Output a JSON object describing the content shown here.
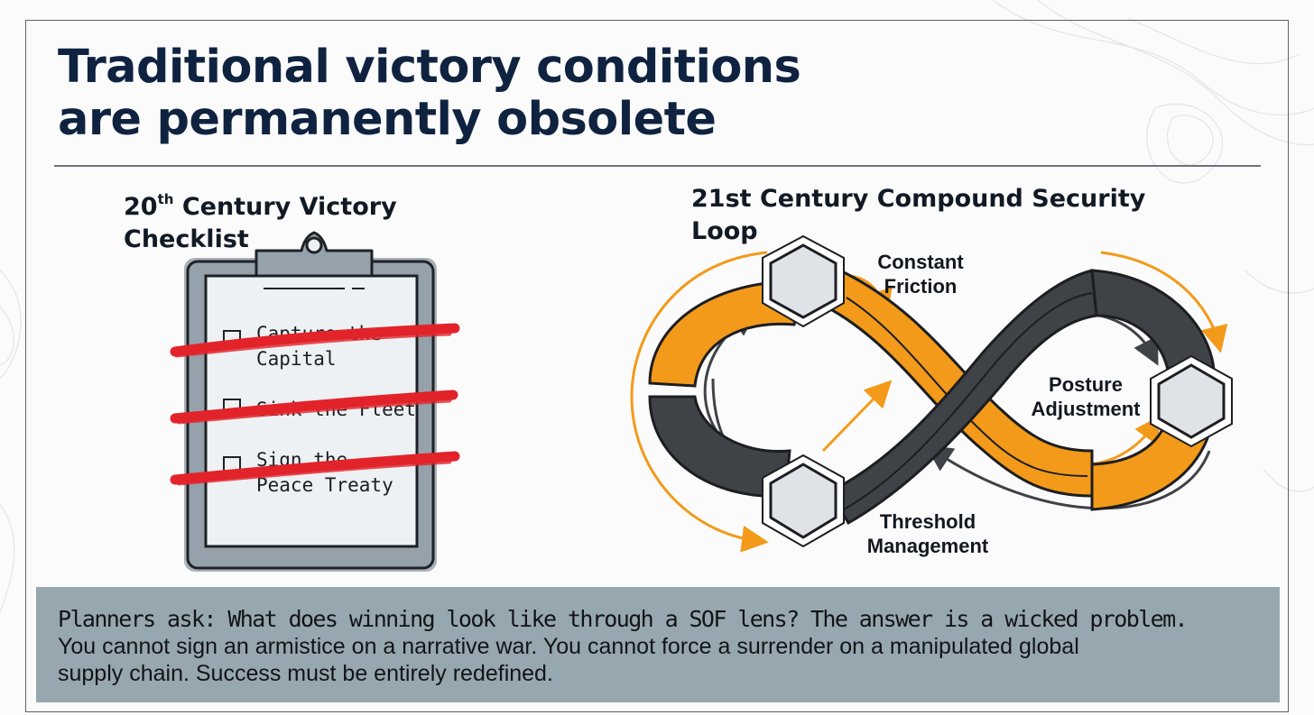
{
  "title": {
    "line1": "Traditional victory conditions",
    "line2": "are permanently obsolete"
  },
  "left": {
    "heading_prefix": "20",
    "heading_sup": "th",
    "heading_rest": " Century Victory Checklist",
    "items": [
      {
        "line1": "Capture the",
        "line2": "Capital",
        "checked": false,
        "struck": true
      },
      {
        "line1": "Sink the Fleet",
        "line2": "",
        "checked": false,
        "struck": true
      },
      {
        "line1": "Sign the",
        "line2": "Peace Treaty",
        "checked": false,
        "struck": true
      }
    ]
  },
  "right": {
    "heading": "21st Century Compound Security Loop",
    "nodes": [
      {
        "line1": "Constant",
        "line2": "Friction"
      },
      {
        "line1": "Posture",
        "line2": "Adjustment"
      },
      {
        "line1": "Threshold",
        "line2": "Management"
      }
    ]
  },
  "footer": {
    "line1": "Planners ask: What does winning look like through a SOF lens? The answer is a wicked problem.",
    "line2": "You cannot sign an armistice on a narrative war. You cannot force a surrender on a manipulated global",
    "line3a": "supply chain. ",
    "line3b": "Success must be entirely redefined."
  },
  "colors": {
    "title": "#0f2340",
    "orange": "#f39a1a",
    "dark": "#3f4246",
    "strike": "#e2232a",
    "footer_bg": "#97a7b0",
    "clipboard": "#95a2ab"
  }
}
